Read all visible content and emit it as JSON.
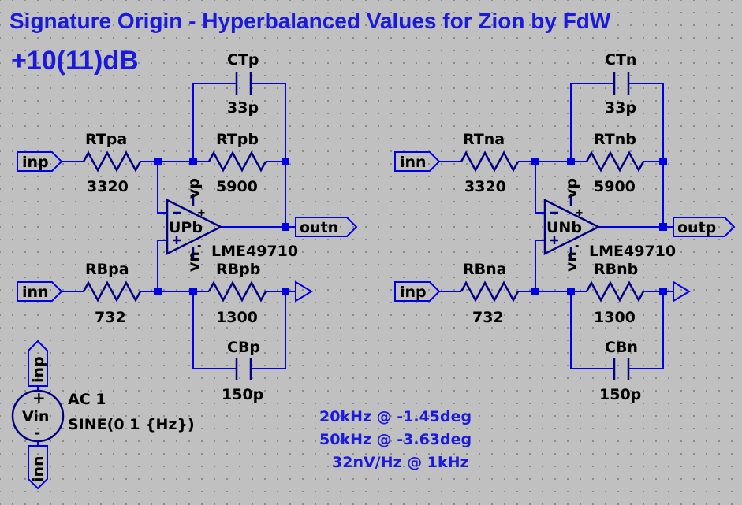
{
  "title": "Signature Origin - Hyperbalanced Values for Zion by FdW",
  "gain": "+10(11)dB",
  "upper": {
    "rin_name": "RTpa",
    "rin_value": "3320",
    "rfb_name": "RTpb",
    "rfb_value": "5900",
    "cfb_name": "CTp",
    "cfb_value": "33p",
    "in_label": "inp",
    "out_label": "outn",
    "opamp_name": "UPb",
    "opamp_model": "LME49710",
    "vp": "vp",
    "vn": "vn"
  },
  "lower": {
    "rin_name": "RBpa",
    "rin_value": "732",
    "rfb_name": "RBpb",
    "rfb_value": "1300",
    "cfb_name": "CBp",
    "cfb_value": "150p",
    "in_label": "inn"
  },
  "upper2": {
    "rin_name": "RTna",
    "rin_value": "3320",
    "rfb_name": "RTnb",
    "rfb_value": "5900",
    "cfb_name": "CTn",
    "cfb_value": "33p",
    "in_label": "inn",
    "out_label": "outp",
    "opamp_name": "UNb",
    "opamp_model": "LME49710",
    "vp": "vp",
    "vn": "vn"
  },
  "lower2": {
    "rin_name": "RBna",
    "rin_value": "732",
    "rfb_name": "RBnb",
    "rfb_value": "1300",
    "cfb_name": "CBn",
    "cfb_value": "150p",
    "in_label": "inp"
  },
  "source": {
    "name": "Vin",
    "ac": "AC 1",
    "sine": "SINE(0 1 {Hz})",
    "top_net": "inp",
    "bottom_net": "inn"
  },
  "notes": {
    "line1": "20kHz @ -1.45deg",
    "line2": "50kHz @ -3.63deg",
    "line3": "32nV/Hz @ 1kHz"
  },
  "colors": {
    "wire": "#0000e6",
    "text": "#1a1adc",
    "background": "#c0c0c0"
  }
}
